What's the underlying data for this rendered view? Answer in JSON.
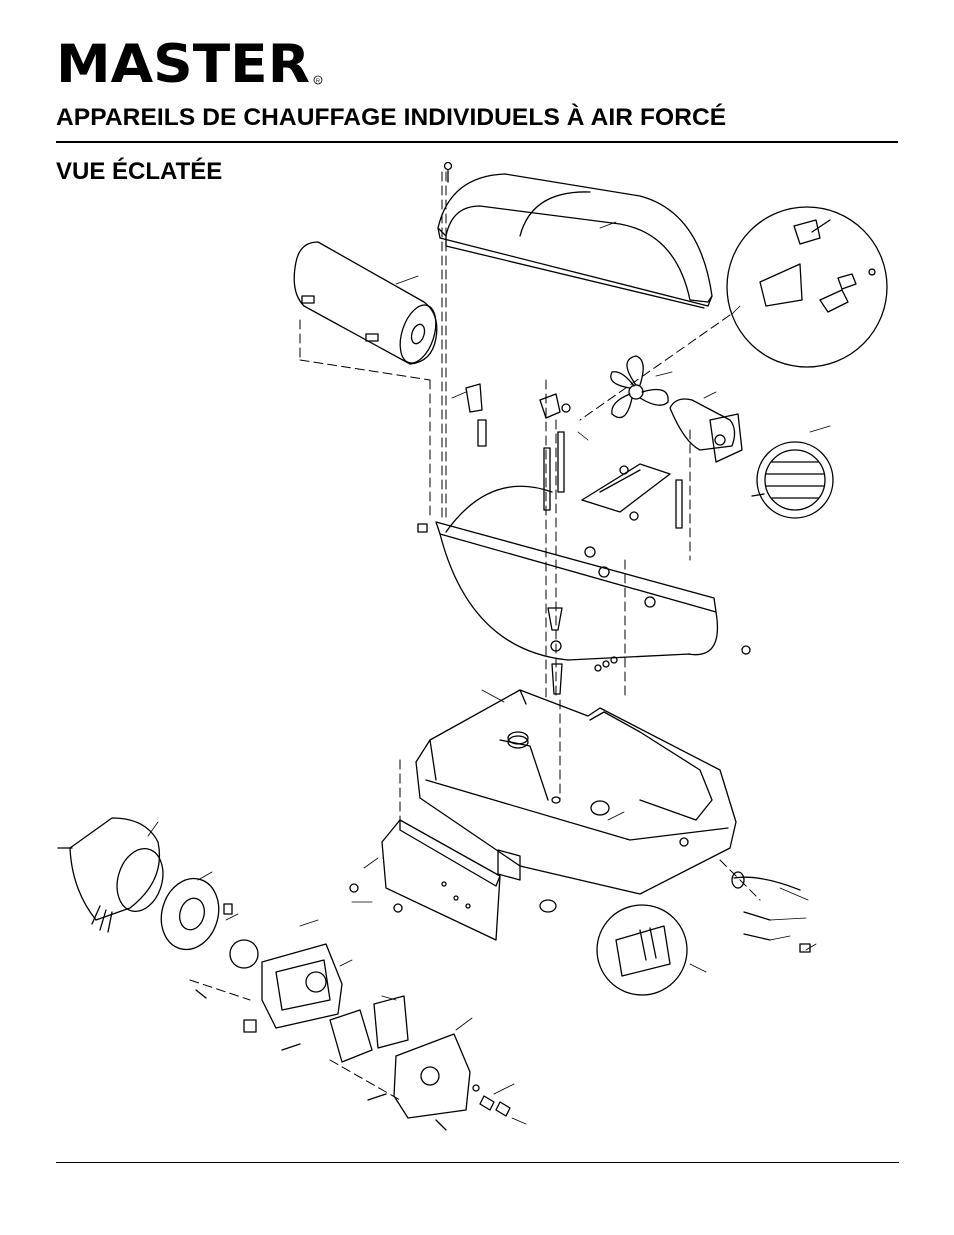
{
  "brand": {
    "logo_text": "MASTER",
    "registered_mark": "R"
  },
  "header": {
    "title": "APPAREILS DE CHAUFFAGE INDIVIDUELS À AIR FORCÉ",
    "subtitle": "VUE ÉCLATÉE"
  },
  "colors": {
    "ink": "#000000",
    "paper": "#ffffff",
    "panel_fill": "#cfcfcf"
  }
}
